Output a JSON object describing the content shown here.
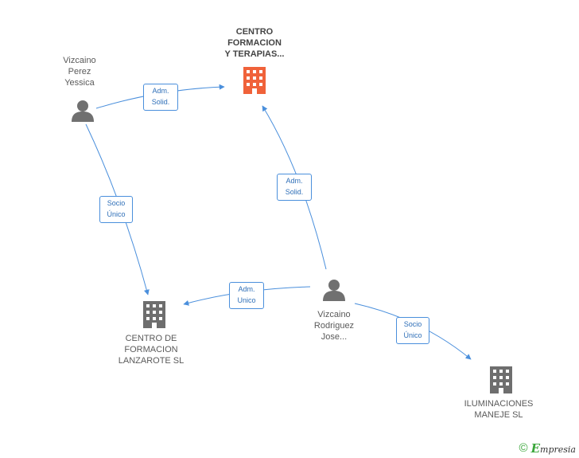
{
  "colors": {
    "edge": "#4a8fdc",
    "person_icon": "#707070",
    "company_icon": "#6e6e6e",
    "focus_company_icon": "#f0623a",
    "brand_green": "#3aa63a"
  },
  "nodes": {
    "focus_company": {
      "lines": [
        "CENTRO",
        "FORMACION",
        "Y TERAPIAS..."
      ],
      "icon": "building-icon"
    },
    "person_yessica": {
      "lines": [
        "Vizcaino",
        "Perez",
        "Yessica"
      ],
      "icon": "person-icon"
    },
    "person_jose": {
      "lines": [
        "Vizcaino",
        "Rodriguez",
        "Jose..."
      ],
      "icon": "person-icon"
    },
    "company_lanzarote": {
      "lines": [
        "CENTRO DE",
        "FORMACION",
        "LANZAROTE SL"
      ],
      "icon": "building-icon"
    },
    "company_iluminaciones": {
      "lines": [
        "ILUMINACIONES",
        "MANEJE SL"
      ],
      "icon": "building-icon"
    }
  },
  "edges": {
    "yessica_to_focus": {
      "lines": [
        "Adm.",
        "Solid."
      ]
    },
    "yessica_to_lanzarote": {
      "lines": [
        "Socio",
        "Único"
      ]
    },
    "jose_to_focus": {
      "lines": [
        "Adm.",
        "Solid."
      ]
    },
    "jose_to_lanzarote": {
      "lines": [
        "Adm.",
        "Unico"
      ]
    },
    "jose_to_iluminaciones": {
      "lines": [
        "Socio",
        "Único"
      ]
    }
  },
  "footer": {
    "copyright_symbol": "©",
    "brand_first_letter": "E",
    "brand_rest": "mpresia"
  }
}
